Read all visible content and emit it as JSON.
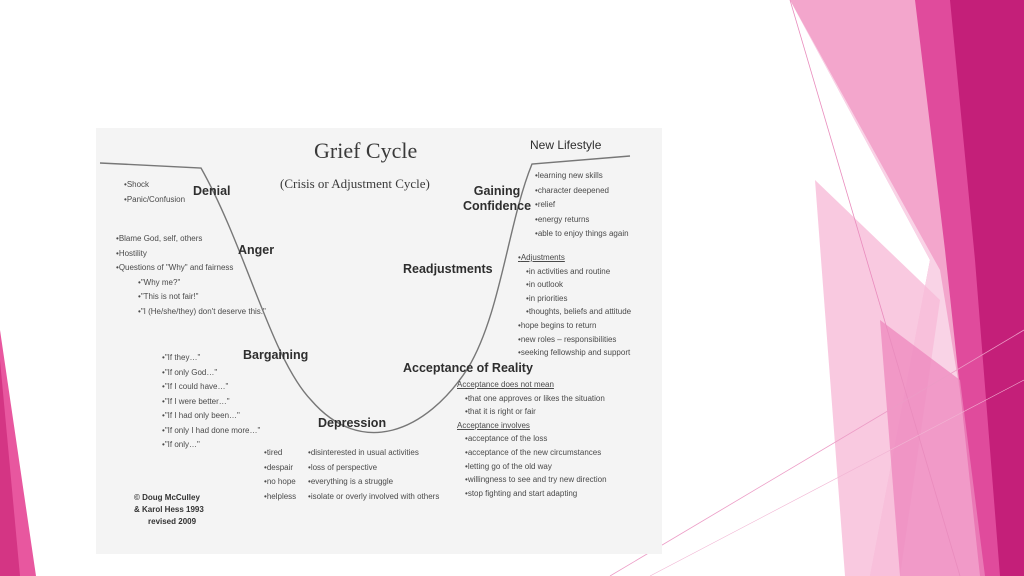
{
  "diagram": {
    "title": "Grief Cycle",
    "subtitle": "(Crisis or Adjustment Cycle)",
    "stages": {
      "new_lifestyle": "New Lifestyle",
      "denial": "Denial",
      "anger": "Anger",
      "bargaining": "Bargaining",
      "depression": "Depression",
      "acceptance": "Acceptance of Reality",
      "readjustments": "Readjustments",
      "gaining_confidence": "Gaining Confidence"
    },
    "denial_notes": [
      "Shock",
      "Panic/Confusion"
    ],
    "anger_notes": [
      "Blame God, self, others",
      "Hostility",
      "Questions of \"Why\" and fairness",
      "\"Why me?\"",
      "\"This is not fair!\"",
      "\"I (He/she/they) don't deserve this.\""
    ],
    "bargaining_notes": [
      "\"If they…\"",
      "\"If only God…\"",
      "\"If I could have…\"",
      "\"If I were better…\"",
      "\"If I had only been…\"",
      "\"If only I had done more…\"",
      "\"If only…\""
    ],
    "depression_notes_left": [
      "tired",
      "despair",
      "no hope",
      "helpless"
    ],
    "depression_notes_right": [
      "disinterested in usual activities",
      "loss of perspective",
      "everything is a struggle",
      "isolate or overly involved with others"
    ],
    "acceptance_notes": {
      "does_not_mean": "Acceptance does not mean",
      "not_items": [
        "that one approves or likes the situation",
        "that it is right or fair"
      ],
      "involves": "Acceptance involves",
      "involves_items": [
        "acceptance of the loss",
        "acceptance of the new circumstances",
        "letting go of the old way",
        "willingness to see and try new direction",
        "stop fighting and start adapting"
      ]
    },
    "readjustment_notes": {
      "heading": "Adjustments",
      "items": [
        "in activities and routine",
        "in outlook",
        "in priorities",
        "thoughts, beliefs and attitude"
      ],
      "more": [
        "hope begins to return",
        "new roles – responsibilities",
        "seeking fellowship and support"
      ]
    },
    "confidence_notes": [
      "learning new skills",
      "character deepened",
      "relief",
      "energy returns",
      "able to enjoy things again"
    ],
    "copyright": [
      "© Doug McCulley",
      "& Karol Hess 1993",
      "revised 2009"
    ]
  },
  "colors": {
    "magenta": "#c41f79",
    "pink": "#e04b9c",
    "light_pink": "#f3a6cc",
    "pale_pink": "#f9d3e6"
  }
}
